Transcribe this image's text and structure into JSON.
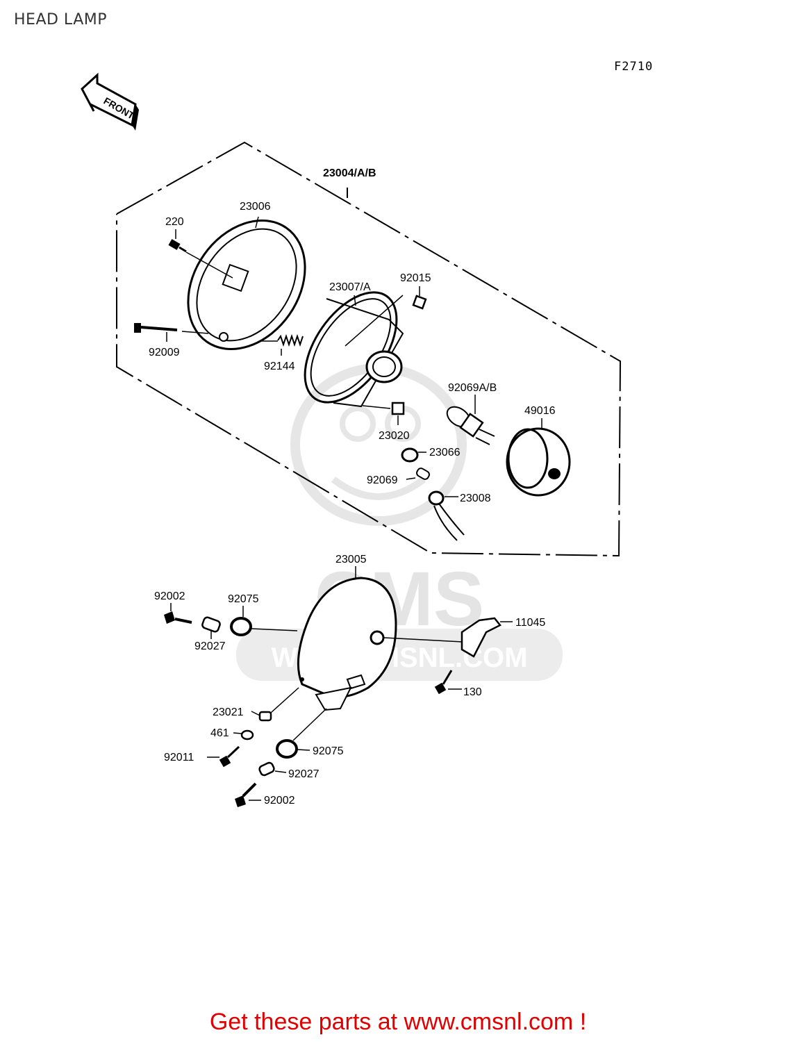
{
  "page": {
    "title": "HEAD LAMP",
    "figure_code": "F2710"
  },
  "front_arrow": {
    "label": "FRONT"
  },
  "watermark": {
    "brand": "CMS",
    "url": "WWW.CMSNL.COM"
  },
  "parts": [
    {
      "id": "p-23004",
      "number": "23004/A/B"
    },
    {
      "id": "p-23006",
      "number": "23006"
    },
    {
      "id": "p-220",
      "number": "220"
    },
    {
      "id": "p-92009",
      "number": "92009"
    },
    {
      "id": "p-92144",
      "number": "92144"
    },
    {
      "id": "p-23007",
      "number": "23007/A"
    },
    {
      "id": "p-92015",
      "number": "92015"
    },
    {
      "id": "p-92069ab",
      "number": "92069A/B"
    },
    {
      "id": "p-49016",
      "number": "49016"
    },
    {
      "id": "p-23020",
      "number": "23020"
    },
    {
      "id": "p-23066",
      "number": "23066"
    },
    {
      "id": "p-92069",
      "number": "92069"
    },
    {
      "id": "p-23008",
      "number": "23008"
    },
    {
      "id": "p-23005",
      "number": "23005"
    },
    {
      "id": "p-92002a",
      "number": "92002"
    },
    {
      "id": "p-92075a",
      "number": "92075"
    },
    {
      "id": "p-11045",
      "number": "11045"
    },
    {
      "id": "p-92027a",
      "number": "92027"
    },
    {
      "id": "p-130",
      "number": "130"
    },
    {
      "id": "p-23021",
      "number": "23021"
    },
    {
      "id": "p-461",
      "number": "461"
    },
    {
      "id": "p-92075b",
      "number": "92075"
    },
    {
      "id": "p-92011",
      "number": "92011"
    },
    {
      "id": "p-92027b",
      "number": "92027"
    },
    {
      "id": "p-92002b",
      "number": "92002"
    }
  ],
  "footer": {
    "link_text": "Get these parts at www.cmsnl.com !",
    "color": "#e00000"
  }
}
